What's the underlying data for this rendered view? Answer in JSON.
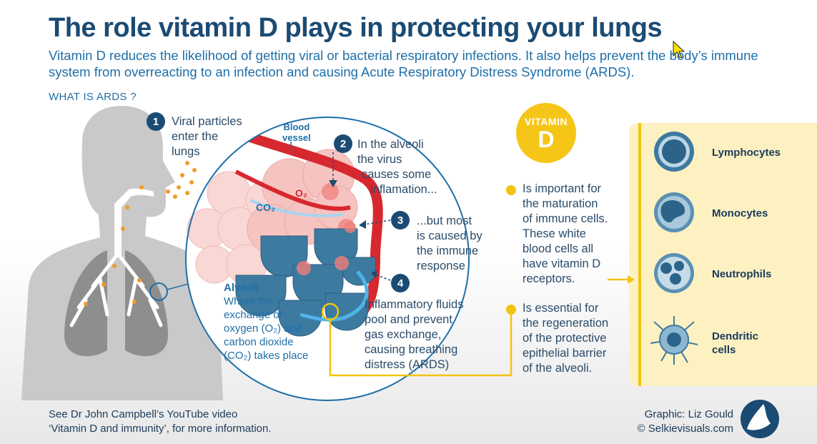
{
  "title": "The role vitamin D plays in protecting your lungs",
  "subtitle": "Vitamin D reduces the likelihood of getting viral or bacterial respiratory infections. It also helps prevent the body’s immune system from overreacting to an infection and causing Acute Respiratory Distress Syndrome (ARDS).",
  "ards_question": "WHAT IS ARDS ?",
  "steps": [
    {
      "num": "1",
      "lines": [
        "Viral particles",
        "enter the",
        "lungs"
      ]
    },
    {
      "num": "2",
      "lines": [
        "In the alveoli",
        "the virus",
        "causes some",
        "inflamation..."
      ]
    },
    {
      "num": "3",
      "lines": [
        "...but most",
        "is caused by",
        "the immune",
        "response"
      ]
    },
    {
      "num": "4",
      "lines": [
        "Inflammatory fluids",
        "pool and prevent",
        "gas exchange,",
        "causing breathing",
        "distress (ARDS)"
      ]
    }
  ],
  "labels": {
    "blood_vessel": [
      "Blood",
      "vessel"
    ],
    "o2": "O₂",
    "co2": "CO₂",
    "alveoli_title": "Alveoli",
    "alveoli_desc": [
      "Where the",
      "exchange of",
      "oxygen (O₂) and",
      "carbon dioxide",
      "(CO₂) takes place"
    ]
  },
  "vitamin": {
    "line1": "VITAMIN",
    "line2": "D"
  },
  "facts": [
    {
      "lines": [
        "Is important for",
        "the maturation",
        "of immune cells.",
        "These white",
        "blood cells all",
        "have vitamin D",
        "receptors."
      ]
    },
    {
      "lines": [
        "Is essential for",
        "the regeneration",
        "of the protective",
        "epithelial barrier",
        "of the alveoli."
      ]
    }
  ],
  "cells": [
    {
      "name": "Lymphocytes",
      "icon": "lymphocyte-icon"
    },
    {
      "name": "Monocytes",
      "icon": "monocyte-icon"
    },
    {
      "name": "Neutrophils",
      "icon": "neutrophil-icon"
    },
    {
      "name": "Dendritic cells",
      "icon": "dendritic-cell-icon"
    }
  ],
  "footer": {
    "left": [
      "See Dr John Campbell’s YouTube video",
      "‘Vitamin D and immunity’, for more information."
    ],
    "right": [
      "Graphic: Liz Gould",
      "© Selkievisuals.com"
    ]
  },
  "colors": {
    "navy": "#1b4b73",
    "blue": "#1e6fa8",
    "yellow": "#f1c40f",
    "blood": "#d7282f",
    "orange": "#f09a2a",
    "alveoli": "#f7c9c6",
    "fluid": "#3d7aa0"
  }
}
